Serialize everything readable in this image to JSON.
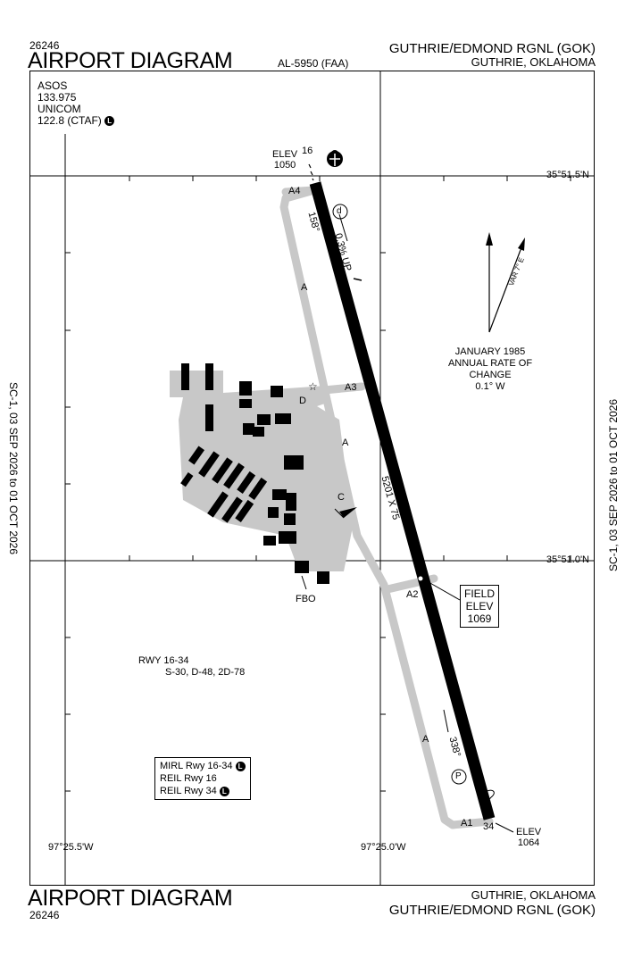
{
  "header": {
    "chart_number_top": "26246",
    "title_top": "AIRPORT DIAGRAM",
    "al_number": "AL-5950 (FAA)",
    "airport_name_top": "GUTHRIE/EDMOND RGNL (GOK)",
    "city_top": "GUTHRIE, OKLAHOMA"
  },
  "footer": {
    "title_bottom": "AIRPORT DIAGRAM",
    "chart_number_bottom": "26246",
    "city_bottom": "GUTHRIE, OKLAHOMA",
    "airport_name_bottom": "GUTHRIE/EDMOND RGNL (GOK)"
  },
  "comms": {
    "asos_label": "ASOS",
    "asos_freq": "133.975",
    "unicom_label": "UNICOM",
    "ctaf": "122.8 (CTAF)",
    "lighting_symbol": "L"
  },
  "effective": {
    "left": "SC-1, 03 SEP 2026 to 01 OCT 2026",
    "right": "SC-1, 03 SEP 2026 to 01 OCT 2026"
  },
  "coordinates": {
    "lat_top": "35°51.5'N",
    "lat_mid": "35°51.0'N",
    "lon_left": "97°25.5'W",
    "lon_right": "97°25.0'W"
  },
  "runway": {
    "designator_north": "16",
    "designator_south": "34",
    "elev_north_label": "ELEV",
    "elev_north_value": "1050",
    "elev_south_label": "ELEV",
    "elev_south_value": "1064",
    "dimensions": "5201 X 75",
    "slope": "0.3% UP",
    "heading_north": "158°",
    "heading_south": "338°",
    "field_elev_label_1": "FIELD",
    "field_elev_label_2": "ELEV",
    "field_elev_value": "1069"
  },
  "taxiways": {
    "a4": "A4",
    "a3": "A3",
    "a2": "A2",
    "a1": "A1",
    "a_north": "A",
    "a_mid": "A",
    "a_south": "A",
    "c": "C",
    "d": "D"
  },
  "magnetic": {
    "epoch": "JANUARY 1985",
    "annual_change_label": "ANNUAL RATE OF CHANGE",
    "annual_change_value": "0.1° W",
    "variation": "VAR 7° E"
  },
  "runway_info": {
    "rwy": "RWY 16-34",
    "strength": "S-30, D-48, 2D-78"
  },
  "lighting_notes": {
    "line1": "MIRL Rwy 16-34",
    "line2": "REIL Rwy 16",
    "line3": "REIL Rwy 34"
  },
  "facilities": {
    "fbo": "FBO",
    "hotspot_d": "d",
    "hotspot_p": "P"
  }
}
